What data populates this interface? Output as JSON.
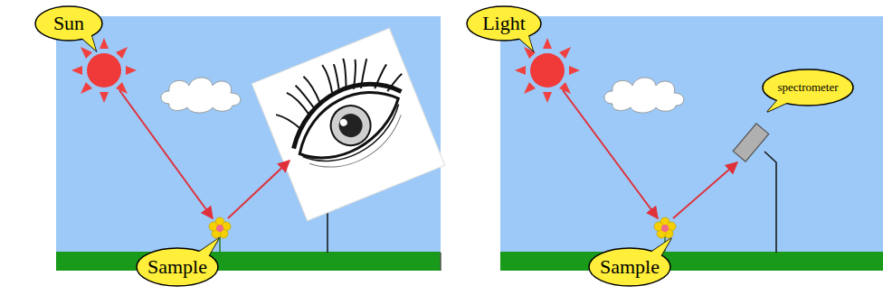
{
  "diagram": {
    "nodes": [
      {
        "text": [
          "Sun"
        ]
      },
      {
        "text": [
          "Sample"
        ]
      },
      {
        "text": [
          "Light"
        ]
      },
      {
        "text": [
          "spectrometer"
        ]
      },
      {
        "text": [
          "Sample"
        ]
      }
    ]
  }
}
